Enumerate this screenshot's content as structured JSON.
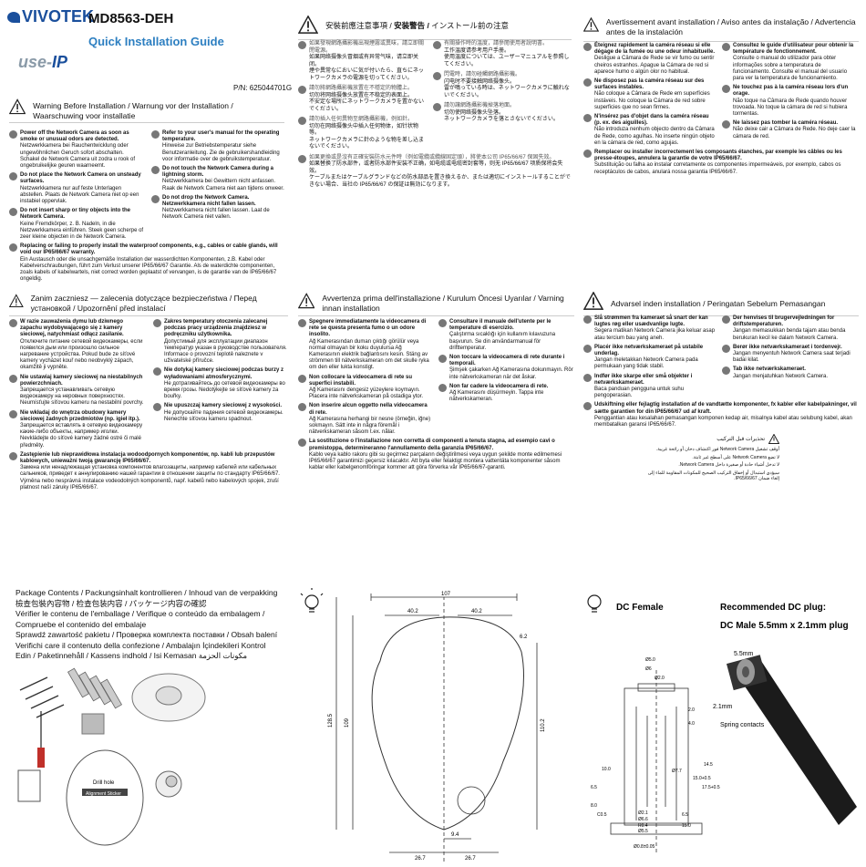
{
  "header": {
    "brand": "VIVOTEK",
    "model": "MD8563-DEH",
    "guide_title": "Quick Installation Guide",
    "useip_a": "use-",
    "useip_b": "IP",
    "part_number": "P/N: 625044701G"
  },
  "sec1": {
    "heading": "Warning Before Installation / Warnung vor der Installation / Waarschuwing voor installatie",
    "left": [
      {
        "b": "Power off the Network Camera as soon as smoke or unusual odors are detected.",
        "t": "Netzwerkkamera bei Rauchentwicklung oder ungewöhnlichen Geruch sofort abschalten. Schakel de Network Camera uit zodra u rook of ongebruikelijke geuren waarneemt."
      },
      {
        "b": "Do not place the Network Camera on unsteady surfaces.",
        "t": "Netzwerkkamera nur auf feste Unterlagen abstellen. Plaats de Network Camera niet op een instabiel oppervlak."
      },
      {
        "b": "Do not insert sharp or tiny objects into the Network Camera.",
        "t": "Keine Fremdkörper, z. B. Nadeln, in die Netzwerkkamera einführen. Steek geen scherpe of zeer kleine objecten in de Network Camera."
      }
    ],
    "right": [
      {
        "b": "Refer to your user's manual for the operating temperature.",
        "t": "Hinweise zur Betriebstemperatur siehe Benutzeranleitung. Zie de gebruikershandleiding voor informatie over de gebruikstemperatuur."
      },
      {
        "b": "Do not touch the Network Camera during a lightning storm.",
        "t": "Netzwerkkamera bei Gewittern nicht anfassen. Raak de Network Camera niet aan tijdens onweer."
      },
      {
        "b": "Do not drop the Network Camera. Netzwerkkamera nicht fallen lassen.",
        "t": "Netzwerkkamera nicht fallen lassen. Laat de Network Camera niet vallen."
      }
    ],
    "full": {
      "b": "Replacing or failing to properly install the waterproof components, e.g., cables or cable glands, will void our IP65/66/67 warranty.",
      "t": "Ein Austausch oder die unsachgemäße Installation der wasserdichten Komponenten, z.B. Kabel oder Kabelverschraubungen, führt zum Verlust unserer IP65/66/67 Garantie. Als de waterdichte componenten, zoals kabels of kabelwartels, niet correct worden geplaatst of vervangen, is de garantie van de IP65/66/67 ongeldig."
    }
  },
  "sec2": {
    "heading_a": "安裝前應注意事項 / ",
    "heading_b": "安装警告 / ",
    "heading_c": "インストール前の注意",
    "left": [
      {
        "l1": "如果發現網路攝影機出現煙霧或異味，請立即關閉電源。",
        "l2": "如果网络摄像头冒烟或有异常气味，请立即关闭。",
        "l3": "煙や異常なにおいに気が付いたら、直ちにネットワークカメラの電源を切ってください。"
      },
      {
        "l1": "請勿將網路攝影機放置在不穩定的物體上。",
        "l2": "切勿将网络摄像头放置在不稳定的表面上。",
        "l3": "不安定な場所にネットワークカメラを置かないでください。"
      },
      {
        "l1": "請勿插入任何異物至網路攝影機，例如針。",
        "l2": "切勿在网络摄像头中插入任何物体，如针状物等。",
        "l3": "ネットワークカメラに針のような物を差し込まないでください。"
      }
    ],
    "right": [
      {
        "l1": "有關操作時的溫度，請參閱使用者說明書。",
        "l2": "工作温度请参考用户手册。",
        "l3": "使用温度については、ユーザーマニュアルを参照してください。"
      },
      {
        "l1": "閃電時，請勿碰觸網路攝影機。",
        "l2": "闪电时不要接触网络摄像头。",
        "l3": "雷が鳴っている時は、ネットワークカメラに触れないでください。"
      },
      {
        "l1": "請勿讓網路攝影機掉落地面。",
        "l2": "切勿使网络摄像头坠落。",
        "l3": "ネットワークカメラを落とさないでください。"
      }
    ],
    "full": {
      "l1": "如果更換或是沒有正確安裝防水元件時（例如電纜或纜線固定頭），將使本公司 IP65/66/67 保固失效。",
      "l2": "如果替换了防水部件，或者防水部件安装不正确，如电缆或电缆密封套等，则无 IP65/66/67 项质保将会失效。",
      "l3": "ケーブルまたはケーブルグランドなどの防水部品を置き換えるか、または適切にインストールすることができない場合、当社の IP65/66/67 の保証は無効になります。"
    }
  },
  "sec3": {
    "heading": "Avertissement avant installation / Aviso antes da instalação / Advertencia antes de la instalación",
    "left": [
      {
        "b": "Éteignez rapidement la caméra réseau si elle dégage de la fumée ou une odeur inhabituelle.",
        "t": "Desligue a Câmara de Rede se vir fumo ou sentir cheiros estranhos. Apague la Cámara de red si aparece humo o algún olor no habitual."
      },
      {
        "b": "Ne disposez pas la caméra réseau sur des surfaces instables.",
        "t": "Não coloque a Câmara de Rede em superfícies instáveis. No coloque la Cámara de red sobre superficies que no sean firmes."
      },
      {
        "b": "N'insérez pas d'objet dans la caméra réseau (p. ex. des aiguilles).",
        "t": "Não introduza nenhum objecto dentro da Câmara de Rede, como agulhas. No inserte ningún objeto en la cámara de red, como agujas."
      }
    ],
    "right": [
      {
        "b": "Consultez le guide d'utilisateur pour obtenir la température de fonctionnement.",
        "t": "Consulte o manual do utilizador para obter informações sobre a temperatura de funcionamento. Consulte el manual del usuario para ver la temperatura de funcionamiento."
      },
      {
        "b": "Ne touchez pas à la caméra réseau lors d'un orage.",
        "t": "Não toque na Câmara de Rede quando houver trovoada. No toque la cámara de red si hubiera tormentas."
      },
      {
        "b": "Ne laissez pas tomber la caméra réseau.",
        "t": "Não deixe cair a Câmara de Rede. No deje caer la cámara de red."
      }
    ],
    "full": {
      "b": "Remplacer ou installer incorrectement les composants étanches, par exemple les câbles ou les presse-étoupes, annulera la garantie de votre IP65/66/67.",
      "t": "Substituição ou falha ao instalar corretamente os componentes impermeáveis, por exemplo, cabos os receptáculos de cabos, anulará nossa garantia IP65/66/67."
    }
  },
  "sec4": {
    "heading": "Zanim zaczniesz — zalecenia dotyczące bezpieczeństwa / Перед установкой / Upozornění před instalací",
    "left": [
      {
        "b": "W razie zauważenia dymu lub dziwnego zapachu wydobywającego się z kamery sieciowej, natychmiast odłącz zasilanie.",
        "t": "Отключите питание сетевой видеокамеры, если появился дым или произошло сильное нагревание устройства. Pokud bude ze síťové kamery vycházet kouř nebo neobvyklý zápach, okamžitě ji vypněte."
      },
      {
        "b": "Nie ustawiaj kamery sieciowej na niestabilnych powierzchniach.",
        "t": "Запрещается устанавливать сетевую видеокамеру на неровных поверхностях. Neumísťujte síťovou kameru na nestabilní povrchy."
      },
      {
        "b": "Nie wkładaj do wnętrza obudowy kamery sieciowej żadnych przedmiotów (np. igieł itp.).",
        "t": "Запрещается вставлять в сетевую видеокамеру какие-либо объекты, например иголки. Nevkládejte do síťové kamery žádné ostré či malé předměty."
      }
    ],
    "right": [
      {
        "b": "Zakres temperatury otoczenia zalecanej podczas pracy urządzenia znajdziesz w podręczniku użytkownika.",
        "t": "Допустимый для эксплуатации диапазон температур указан в руководстве пользователя. Informace o provozní teplotě naleznete v uživatelské příručce."
      },
      {
        "b": "Nie dotykaj kamery sieciowej podczas burzy z wyładowaniami atmosferycznymi.",
        "t": "Не дотрагивайтесь до сетевой видеокамеры во время грозы. Nedotýkejte se síťové kamery za bouřky."
      },
      {
        "b": "Nie upuszczaj kamery sieciowej z wysokości.",
        "t": "Не допускайте падения сетевой видеокамеры. Nenechte síťovou kameru spadnout."
      }
    ],
    "full": {
      "b": "Zastępienie lub nieprawidłowa instalacja wodoodpornych komponentów, np. kabli lub przepustów kablowych, unieważni twoją gwarancję IP65/66/67.",
      "t": "Замена или ненадлежащая установка компонентов влагозащиты, например кабелей или кабельных сальников, приведет к аннулированию нашей гарантии в отношении защиты по стандарту IP65/66/67. Výměna nebo nesprávná instalace vodeodolných komponentů, např. kabelů nebo kabelových spojek, zruší platnost naší záruky IP65/66/67."
    }
  },
  "sec5": {
    "heading": "Avvertenza prima dell'installazione / Kurulum Öncesi Uyarılar / Varning innan installation",
    "left": [
      {
        "b": "Spegnere immediatamente la videocamera di rete se questa presenta fumo o un odore insolito.",
        "t": "Ağ Kamerasından duman çıktığı görülür veya normal olmayan bir koku duyulursa Ağ Kamerasının elektrik bağlantısını kesin. Stäng av strömmen till nätverkskameran om det skulle ryka om den eller lukta konstigt."
      },
      {
        "b": "Non collocare la videocamera di rete su superfici instabili.",
        "t": "Ağ Kamerasını dengesiz yüzeylere koymayın. Placera inte nätverkskameran på ostadiga ytor."
      },
      {
        "b": "Non inserire alcun oggetto nella videocamera di rete.",
        "t": "Ağ Kamerasına herhangi bir nesne (örneğin, iğne) sokmayın. Sätt inte in några föremål i nätverkskameran såsom t.ex. nålar."
      }
    ],
    "right": [
      {
        "b": "Consultare il manuale dell'utente per le temperature di esercizio.",
        "t": "Çalıştırma sıcaklığı için kullanım kılavuzuna başvurun. Se din användarmanual för drifttemperatur."
      },
      {
        "b": "Non toccare la videocamera di rete durante i temporali.",
        "t": "Şimşek çakarken Ağ Kamerasına dokunmayın. Rör inte nätverkskameran när det åskar."
      },
      {
        "b": "Non far cadere la videocamera di rete.",
        "t": "Ağ Kamerasını düşürmeyin. Tappa inte nätverkskameran."
      }
    ],
    "full": {
      "b": "La sostituzione o l'installazione non corretta di componenti a tenuta stagna, ad esempio cavi o premistoppa, determineranno l'annullamento della garanzia IP65/66/67.",
      "t": "Kablo veya kablo rakoru gibi su geçirmez parçaların değiştirilmesi veya uygun şekilde monte edilmemesi IP65/66/67 garantimizi geçersiz kılacaktır. Att byta eller felaktigt montera vattentäta komponenter såsom kablar eller kabelgenomföringar kommer att göra förverka vår IP65/66/67-garanti."
    }
  },
  "sec6": {
    "heading": "Advarsel inden installation / Peringatan Sebelum Pemasangan",
    "left": [
      {
        "b": "Slå strømmen fra kameraet så snart der kan lugtes røg eller usædvanlige lugte.",
        "t": "Segera matikan Network Camera jika keluar asap atau tercium bau yang aneh."
      },
      {
        "b": "Placér ikke netværkskameraet på ustabile underlag.",
        "t": "Jangan meletakkan Network Camera pada permukaan yang tidak stabil."
      },
      {
        "b": "Indfør ikke skarpe eller små objekter i netværkskameraet.",
        "t": "Baca panduan pengguna untuk suhu pengoperasian."
      }
    ],
    "right": [
      {
        "b": "Der henvises til brugervejledningen for driftstemperaturen.",
        "t": "Jangan memasukkan benda tajam atau benda berukuran kecil ke dalam Network Camera."
      },
      {
        "b": "Berør ikke netværkskameraet i tordenvejr.",
        "t": "Jangan menyentuh Network Camera saat terjadi badai kilat."
      },
      {
        "b": "Tab ikke netværkskameraet.",
        "t": "Jangan menjatuhkan Network Camera."
      }
    ],
    "full": {
      "b": "Udskiftning eller fejlagtig installation af de vandtætte komponenter, fx kabler eller kabelpakninger, vil sætte garantien for din IP65/66/67 ud af kraft.",
      "t": "Penggantian atau kesalahan pemasangan komponen kedap air, misalnya kabel atau selubung kabel, akan membatalkan garansi IP65/66/67."
    },
    "arabic_heading": "تحذيرات قبل التركيب",
    "arabic_items": [
      "أوقف تشغيل Network Camera فور اكتشاف دخان أو رائحة غريبة.",
      "لا تضع Network Camera على أسطح غير ثابتة.",
      "لا تدخل أشياء حادة أو صغيرة داخل Network Camera.",
      "سيؤدي استبدال أو إخفاق التركيب الصحيح للمكونات المقاومة للماء إلى إلغاء ضمان IP65/66/67."
    ]
  },
  "sec7": {
    "title_lines": [
      "Package Contents / Packungsinhalt kontrollieren / Inhoud van de verpakking",
      "檢查包裝內容物 / 检查包装内容 / パッケージ内容の確認",
      "Vérifier le contenu de l'emballage / Verifique o conteúdo da embalagem / Compruebe el contenido del embalaje",
      "Sprawdź zawartość pakietu / Проверка комплекта поставки / Obsah balení",
      "Verifichi care il contenuto della confezione / Ambalajın İçindekileri Kontrol Edin / Paketinnehåll / Kassens indhold / Isi Kemasan  مكونات الحزمة"
    ],
    "drill_label": "Drill hole",
    "sticker_label": "Alignment Sticker"
  },
  "drawing": {
    "dims": [
      "107",
      "40.2",
      "40.2",
      "6.2",
      "109",
      "128.5",
      "110.2",
      "9.4",
      "26.7",
      "26.7"
    ]
  },
  "dc": {
    "female_title": "DC Female",
    "rec_title": "Recommended DC plug:",
    "male_title": "DC Male 5.5mm x 2.1mm plug",
    "dim_55": "5.5mm",
    "dim_21": "2.1mm",
    "spring": "Spring contacts",
    "dims": [
      "Ø6",
      "Ø2.0",
      "Ø5.0",
      "2.0",
      "4.0",
      "14.5",
      "6.5",
      "C0.5",
      "10.0",
      "Ø7.7",
      "15.0+0.5",
      "17.5+0.5",
      "Ø2.1",
      "Ø6.6",
      "R0.4",
      "Ø5.5",
      "Ø0.8±0.05",
      "8.0",
      "6.5",
      "15.0"
    ]
  },
  "colors": {
    "brand": "#1a4f9c",
    "accent": "#2d7fc1",
    "bullet": "#777777"
  }
}
